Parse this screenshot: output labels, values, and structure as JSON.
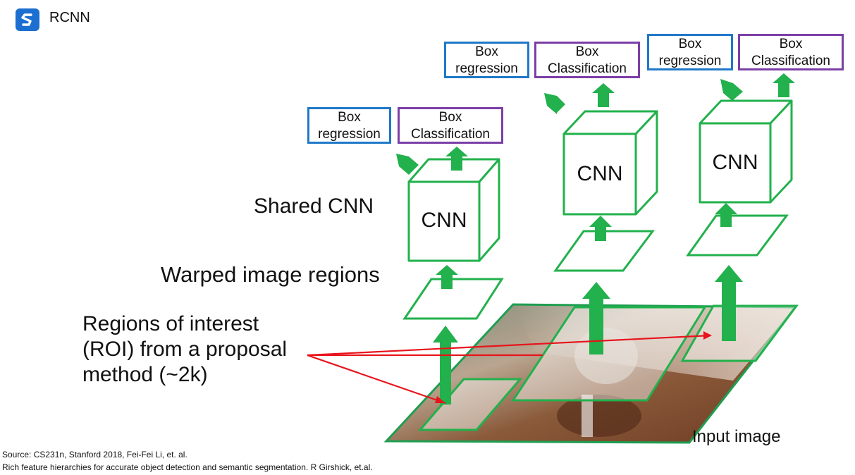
{
  "header": {
    "title": "RCNN",
    "logo_icon": "s-logo-icon",
    "logo_color": "#1c6fd1"
  },
  "diagram": {
    "labels": {
      "shared_cnn": "Shared CNN",
      "warped": "Warped image regions",
      "roi_line1": "Regions of interest",
      "roi_line2": "(ROI) from a proposal",
      "roi_line3": "method (~2k)",
      "input_image": "Input image"
    },
    "cnn_text": "CNN",
    "columns": [
      {
        "regression": {
          "line1": "Box",
          "line2": "regression"
        },
        "classification": {
          "line1": "Box",
          "line2": "Classification"
        }
      },
      {
        "regression": {
          "line1": "Box",
          "line2": "regression"
        },
        "classification": {
          "line1": "Box",
          "line2": "Classification"
        }
      },
      {
        "regression": {
          "line1": "Box",
          "line2": "regression"
        },
        "classification": {
          "line1": "Box",
          "line2": "Classification"
        }
      }
    ],
    "colors": {
      "green": "#22b14c",
      "regression_border": "#1f78c8",
      "classification_border": "#7b3fa6",
      "pointer_red": "#e8141c"
    }
  },
  "footer": {
    "source": "Source: CS231n, Stanford 2018, Fei-Fei Li, et. al.",
    "reference": "Rich feature hierarchies for accurate object detection and semantic segmentation. R Girshick, et.al."
  }
}
